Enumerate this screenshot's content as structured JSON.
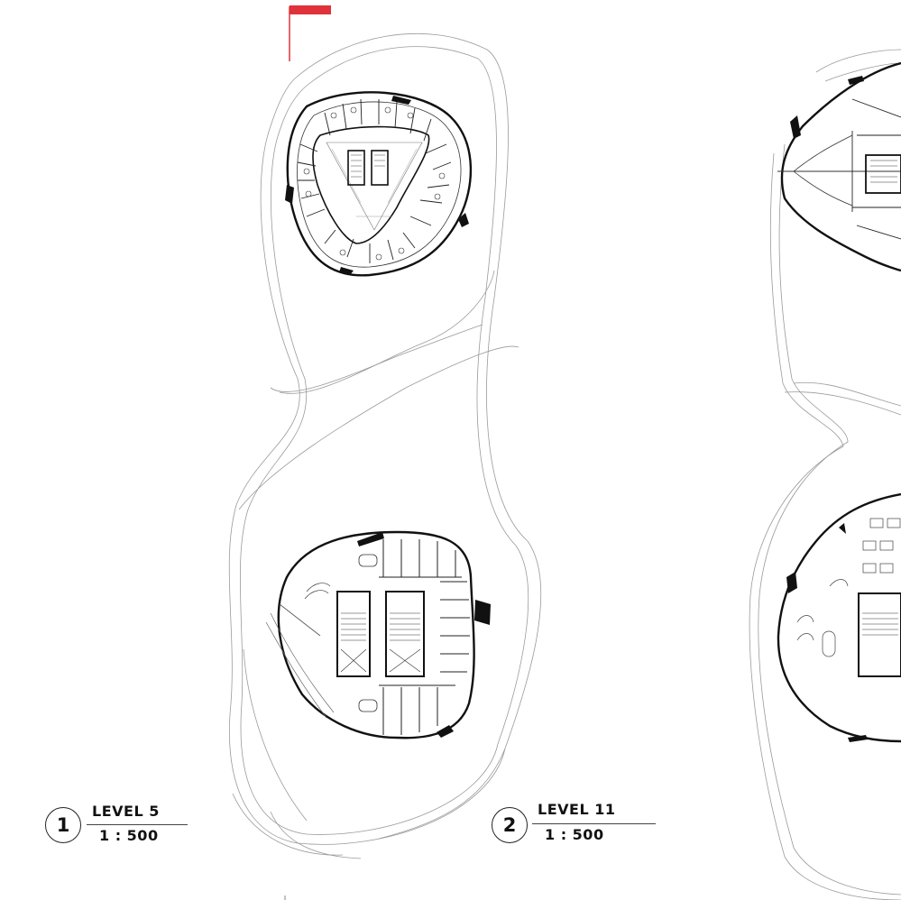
{
  "drawings": [
    {
      "id": "drawing-1",
      "number": "1",
      "title": "LEVEL 5",
      "scale": "1 : 500"
    },
    {
      "id": "drawing-2",
      "number": "2",
      "title": "LEVEL 11",
      "scale": "1 : 500"
    }
  ],
  "colors": {
    "line": "#8a8a8a",
    "wall": "#111111",
    "accent": "#e0323a"
  }
}
